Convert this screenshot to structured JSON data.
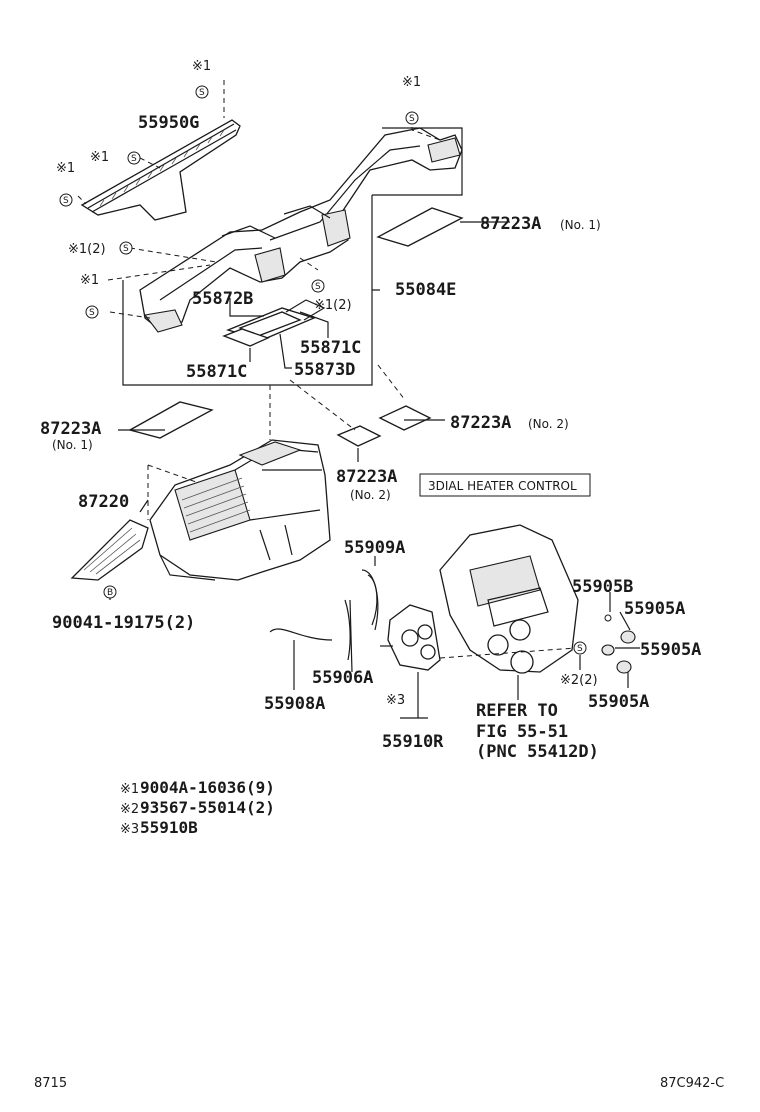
{
  "labels": {
    "p55950G": "55950G",
    "p87223A_1": "87223A",
    "p87223A_1_note": "(No. 1)",
    "p55084E": "55084E",
    "p55872B": "55872B",
    "p55871C_1": "55871C",
    "p55871C_2": "55871C",
    "p55873D": "55873D",
    "p87223A_2": "87223A",
    "p87223A_2_note": "(No. 1)",
    "p87223A_3": "87223A",
    "p87223A_3_note": "(No. 2)",
    "p87223A_4": "87223A",
    "p87223A_4_note": "(No. 2)",
    "p87220": "87220",
    "p90041": "90041-19175(2)",
    "p55909A": "55909A",
    "p55905B": "55905B",
    "p55905A_1": "55905A",
    "p55905A_2": "55905A",
    "p55905A_3": "55905A",
    "p55906A": "55906A",
    "p55908A": "55908A",
    "p55910R": "55910R",
    "refer_1": "REFER TO",
    "refer_2": "FIG 55-51",
    "refer_3": "(PNC 55412D)",
    "heater_box": "3DIAL HEATER CONTROL"
  },
  "markers": {
    "m1_a": "※1",
    "m1_b": "※1",
    "m1_c": "※1",
    "m1_d": "※1",
    "m1_e": "※1(2)",
    "m1_f": "※1(2)",
    "m1_g": "※1",
    "m2_a": "※2(2)",
    "m3_a": "※3",
    "screw": "S",
    "bolt": "B"
  },
  "legend": [
    {
      "mark": "※1",
      "part": "9004A-16036(9)"
    },
    {
      "mark": "※2",
      "part": "93567-55014(2)"
    },
    {
      "mark": "※3",
      "part": "55910B"
    }
  ],
  "footer": {
    "left": "8715",
    "right": "87C942-C"
  }
}
